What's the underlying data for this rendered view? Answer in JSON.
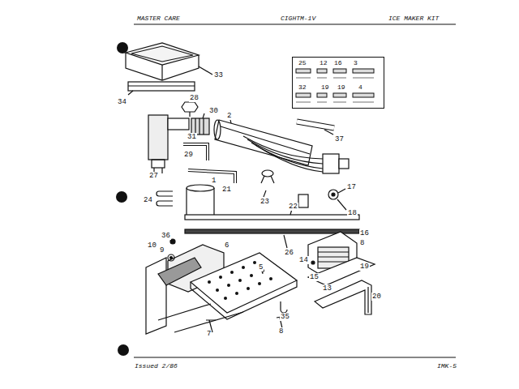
{
  "diagram": {
    "title": "ICE MAKER KIT",
    "nodes": [
      {
        "text": [
          "25",
          "12",
          "16",
          "3",
          "32",
          "19",
          "19",
          "4"
        ]
      }
    ],
    "labels": [
      "MASTER CARE",
      "CIGHTM-1V",
      "33",
      "34",
      "28",
      "30",
      "31",
      "29",
      "27",
      "2",
      "37",
      "21",
      "23",
      "17",
      "18",
      "1",
      "24",
      "22",
      "26",
      "36",
      "9",
      "10",
      "6",
      "5",
      "16",
      "8",
      "14",
      "15",
      "19",
      "13",
      "20",
      "35",
      "7",
      "8",
      "Issued 2/86",
      "IMK-5"
    ]
  }
}
